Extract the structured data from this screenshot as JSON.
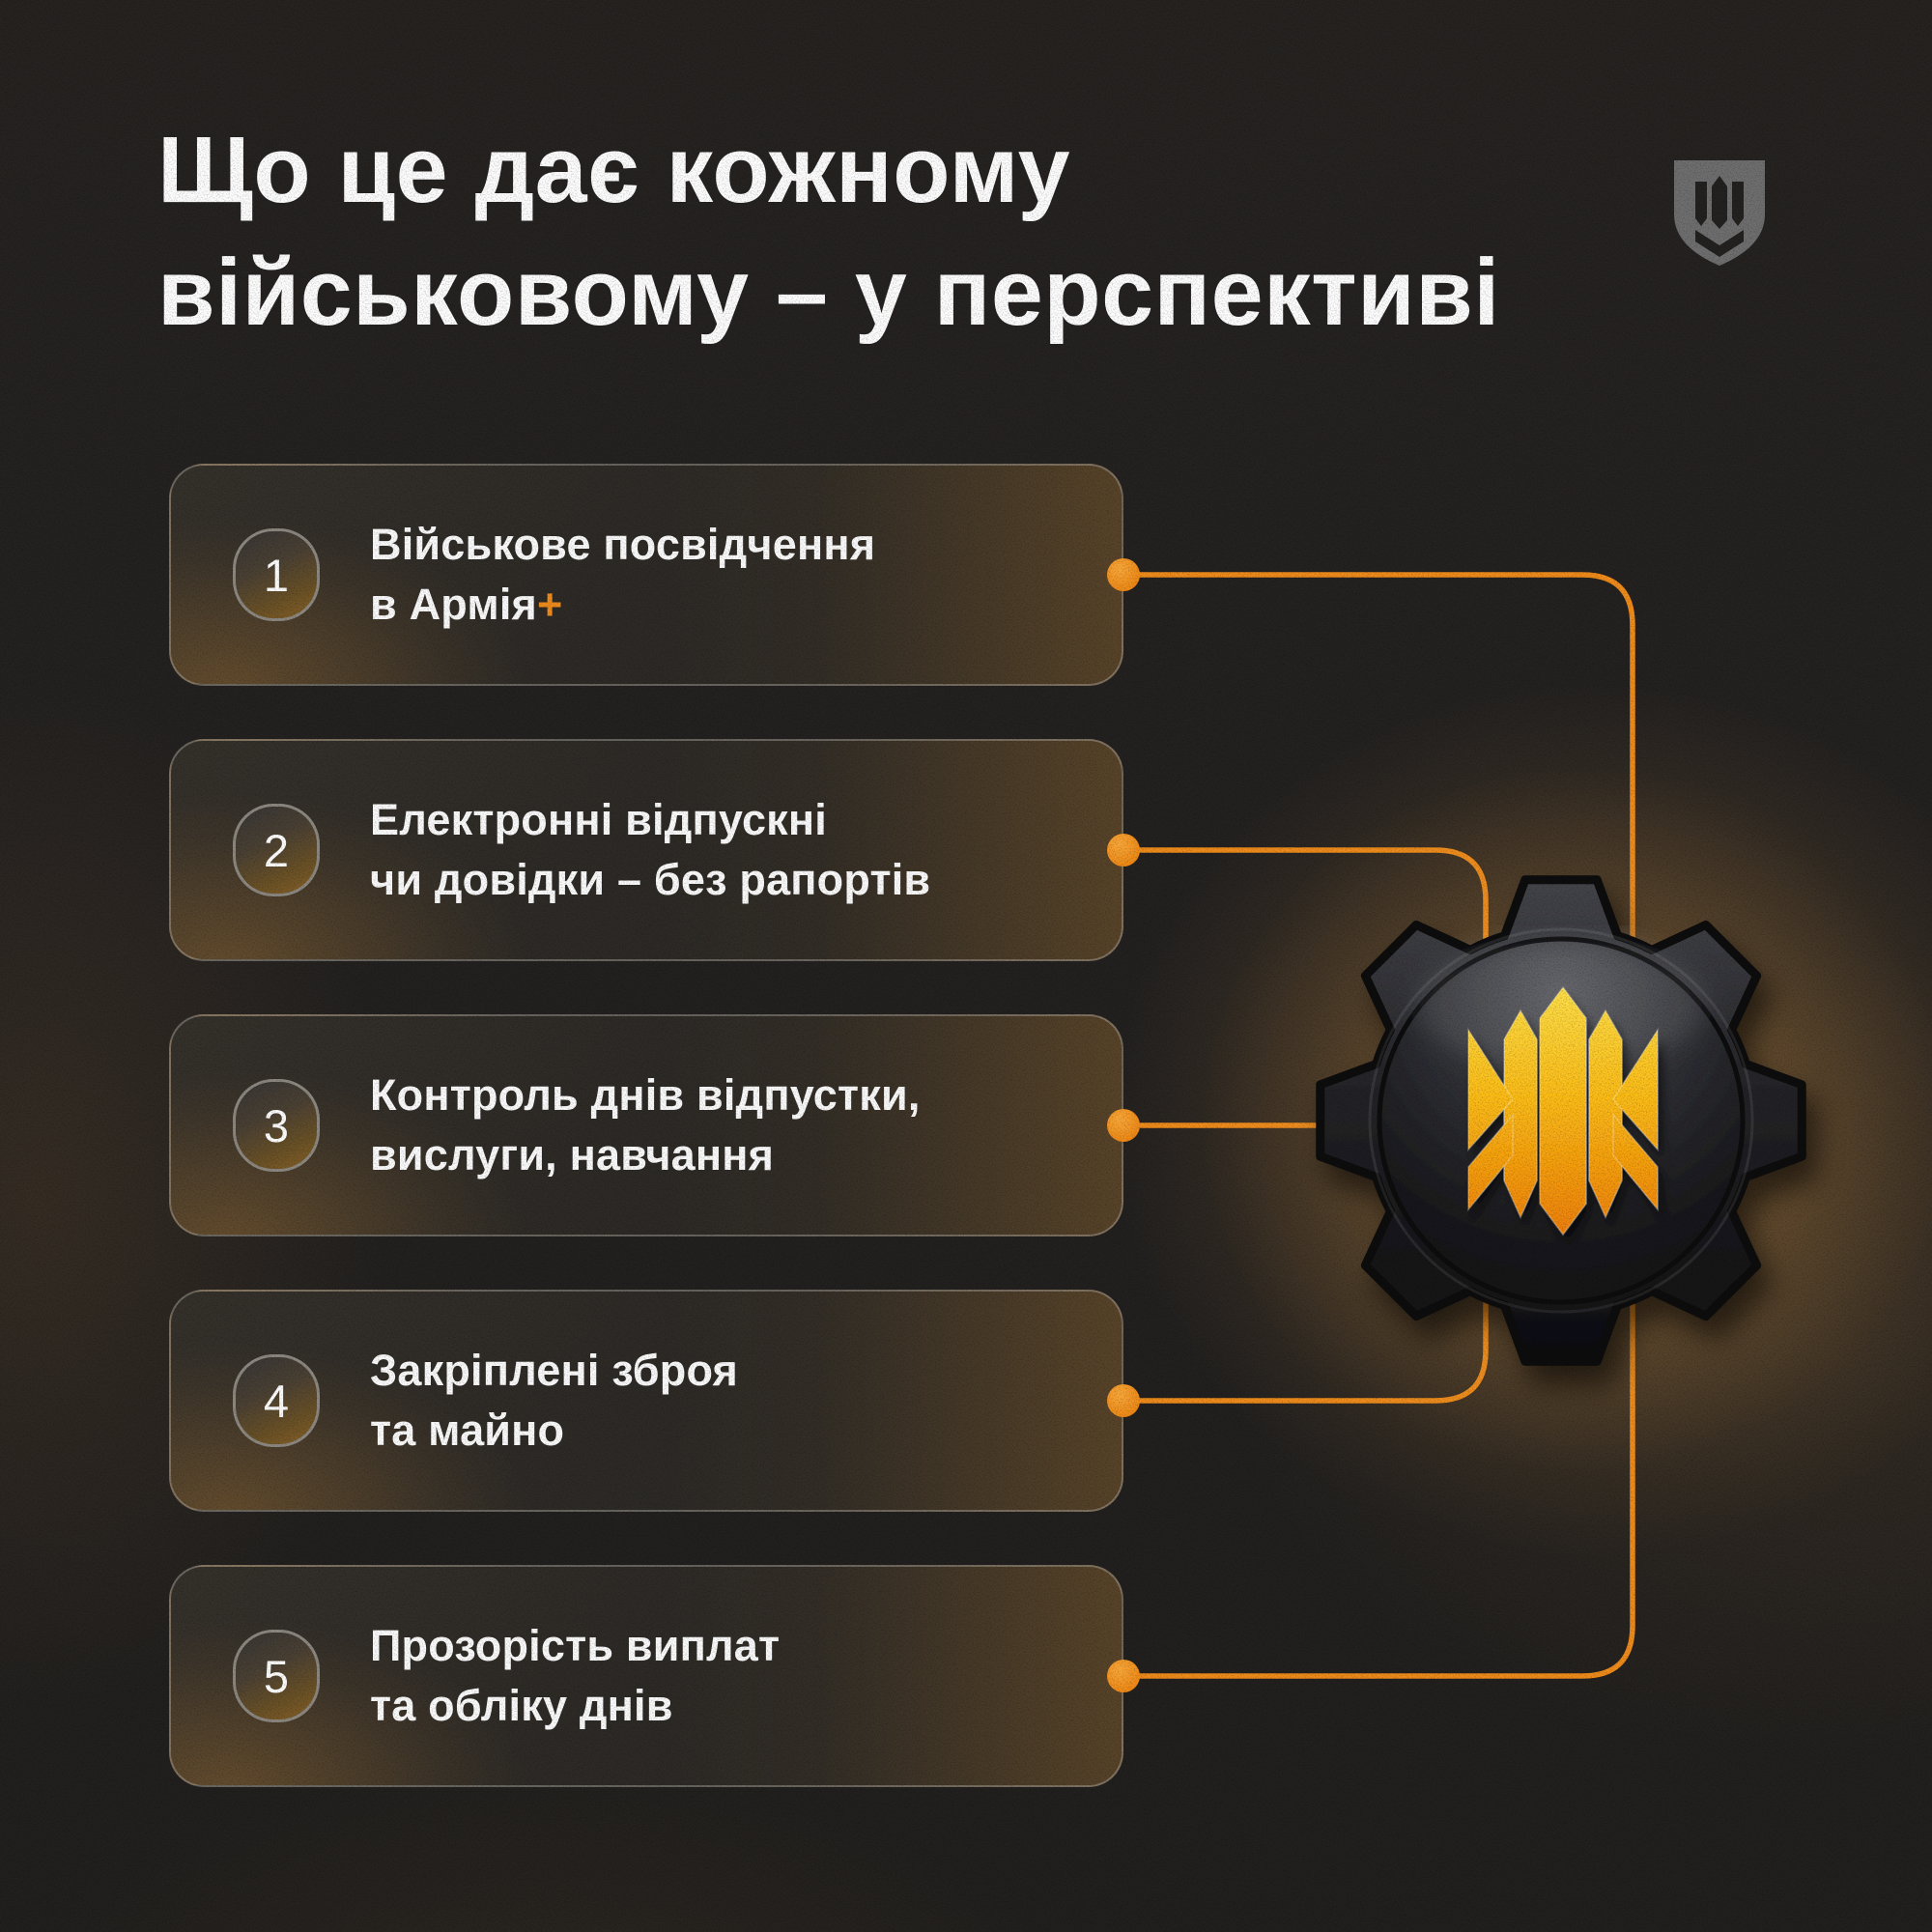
{
  "title": {
    "line1": "Що це дає кожному",
    "line2": "військовому – у перспективі"
  },
  "cards": [
    {
      "number": "1",
      "line1": "Військове посвідчення",
      "line2": "в Армія",
      "suffix": "+"
    },
    {
      "number": "2",
      "line1": "Електронні відпускні",
      "line2": "чи довідки – без рапортів"
    },
    {
      "number": "3",
      "line1": "Контроль днів відпустки,",
      "line2": "вислуги, навчання"
    },
    {
      "number": "4",
      "line1": "Закріплені зброя",
      "line2": "та майно"
    },
    {
      "number": "5",
      "line1": "Прозорість виплат",
      "line2": "та обліку днів"
    }
  ],
  "icons": {
    "top_right": "ministry-of-defense-shield-trident",
    "center_right": "gear-with-armiya-plus-trident-emblem"
  },
  "colors": {
    "background": "#242220",
    "accent_orange": "#f08c1b",
    "gold_top": "#ffdf3d",
    "gold_bottom": "#ef7f06",
    "card_border": "#8a857e",
    "badge_amber": "#8a6228",
    "title_text": "#ffffff",
    "shield_gray": "#6f6f70"
  }
}
